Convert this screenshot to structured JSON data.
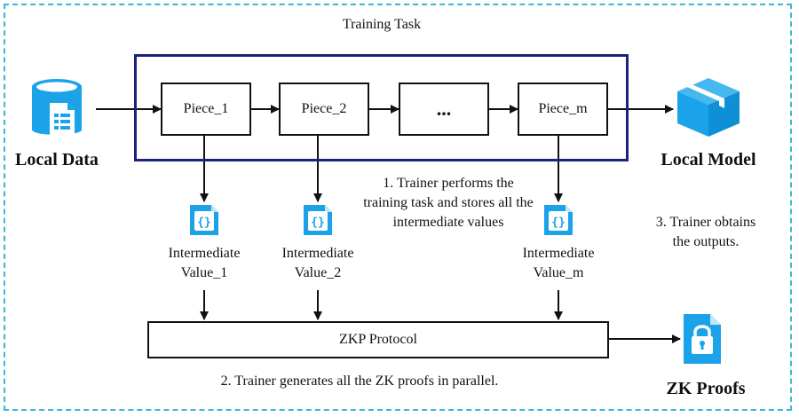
{
  "title": "Training Task",
  "left_node": {
    "label": "Local Data",
    "icon": "database-document-icon"
  },
  "right_node": {
    "label": "Local Model",
    "icon": "cube-icon"
  },
  "proof_node": {
    "label": "ZK Proofs",
    "icon": "locked-file-icon"
  },
  "pieces": [
    "Piece_1",
    "Piece_2",
    "...",
    "Piece_m"
  ],
  "intermediates": [
    {
      "line1": "Intermediate",
      "line2": "Value_1"
    },
    {
      "line1": "Intermediate",
      "line2": "Value_2"
    },
    {
      "line1": "Intermediate",
      "line2": "Value_m"
    }
  ],
  "protocol": "ZKP Protocol",
  "notes": {
    "step1": [
      "1. Trainer performs the",
      "training task and stores all the",
      "intermediate values"
    ],
    "step2": "2. Trainer generates all the ZK proofs in parallel.",
    "step3": [
      "3. Trainer obtains",
      "the outputs."
    ]
  },
  "colors": {
    "frame_dashed": "#39b8d6",
    "task_frame": "#1a237e",
    "icon_blue": "#1aa3e8"
  }
}
